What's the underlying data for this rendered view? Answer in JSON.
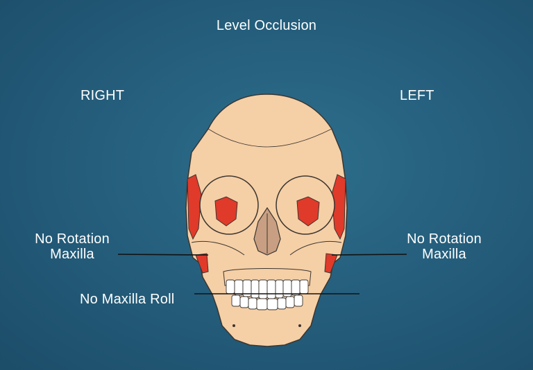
{
  "diagram": {
    "title": "Level  Occlusion",
    "side_right": "RIGHT",
    "side_left": "LEFT",
    "right_callout_line1": "No Rotation",
    "right_callout_line2": "Maxilla",
    "left_callout_line1": "No Rotation",
    "left_callout_line2": "Maxilla",
    "bottom_callout": "No Maxilla Roll"
  },
  "colors": {
    "background": "#255f7d",
    "bone": "#f5cfa6",
    "muscle_highlight": "#e03a2a",
    "outline": "#3a3530",
    "leader_line": "#111111",
    "text": "#ffffff"
  }
}
